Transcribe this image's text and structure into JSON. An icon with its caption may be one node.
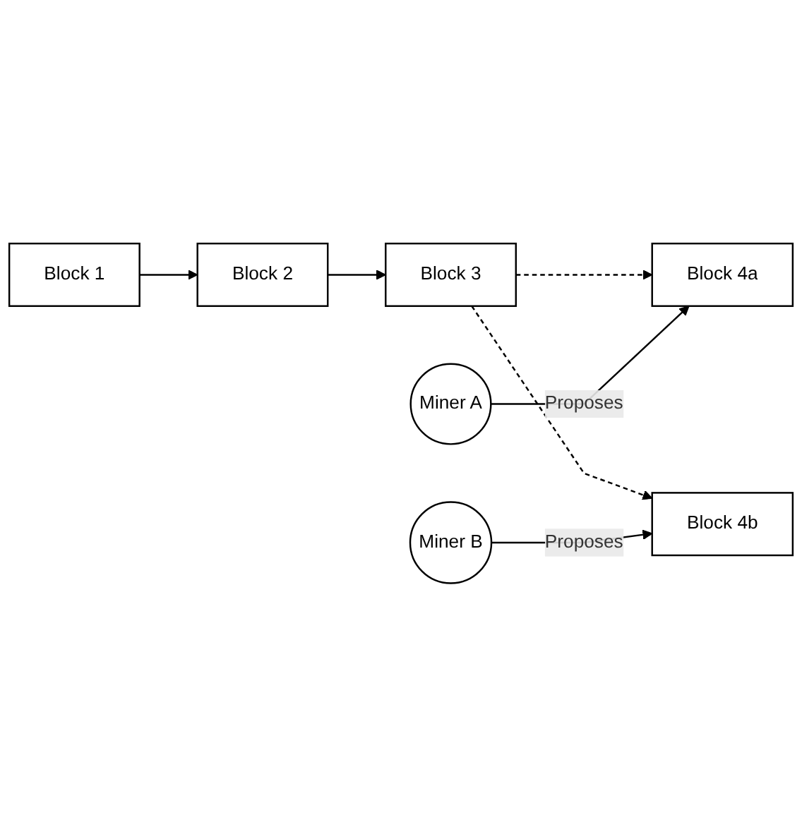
{
  "diagram": {
    "nodes": [
      {
        "text": [
          "Block 1"
        ]
      },
      {
        "text": [
          "Block 2"
        ]
      },
      {
        "text": [
          "Block 3"
        ]
      },
      {
        "text": [
          "Block 4a"
        ]
      },
      {
        "text": [
          "Block 4b"
        ]
      },
      {
        "text": [
          "Miner A"
        ]
      },
      {
        "text": [
          "Miner B"
        ]
      }
    ],
    "edges": [
      {
        "from": 0,
        "to": 1,
        "arrow": "to"
      },
      {
        "from": 1,
        "to": 2,
        "arrow": "to"
      },
      {
        "from": 2,
        "to": 3,
        "arrow": "to",
        "style": "dashed"
      },
      {
        "from": 2,
        "to": 4,
        "arrow": "to",
        "style": "dashed"
      },
      {
        "from": 5,
        "to": 3,
        "arrow": "to",
        "label": "Proposes"
      },
      {
        "from": 6,
        "to": 4,
        "arrow": "to",
        "label": "Proposes"
      }
    ]
  }
}
